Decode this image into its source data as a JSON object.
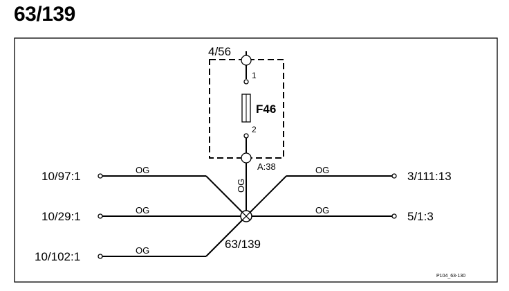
{
  "diagram": {
    "title": "63/139",
    "top_connector": "4/56",
    "fuse": {
      "label": "F46",
      "pin_top": "1",
      "pin_bottom": "2"
    },
    "splice_connector": "A:38",
    "splice_label": "63/139",
    "vertical_wire_color": "OG",
    "left_wires": [
      {
        "terminal": "10/97:1",
        "color": "OG"
      },
      {
        "terminal": "10/29:1",
        "color": "OG"
      },
      {
        "terminal": "10/102:1",
        "color": "OG"
      }
    ],
    "right_wires": [
      {
        "terminal": "3/111:13",
        "color": "OG"
      },
      {
        "terminal": "5/1:3",
        "color": "OG"
      }
    ],
    "figure_id": "P104_63-130"
  }
}
